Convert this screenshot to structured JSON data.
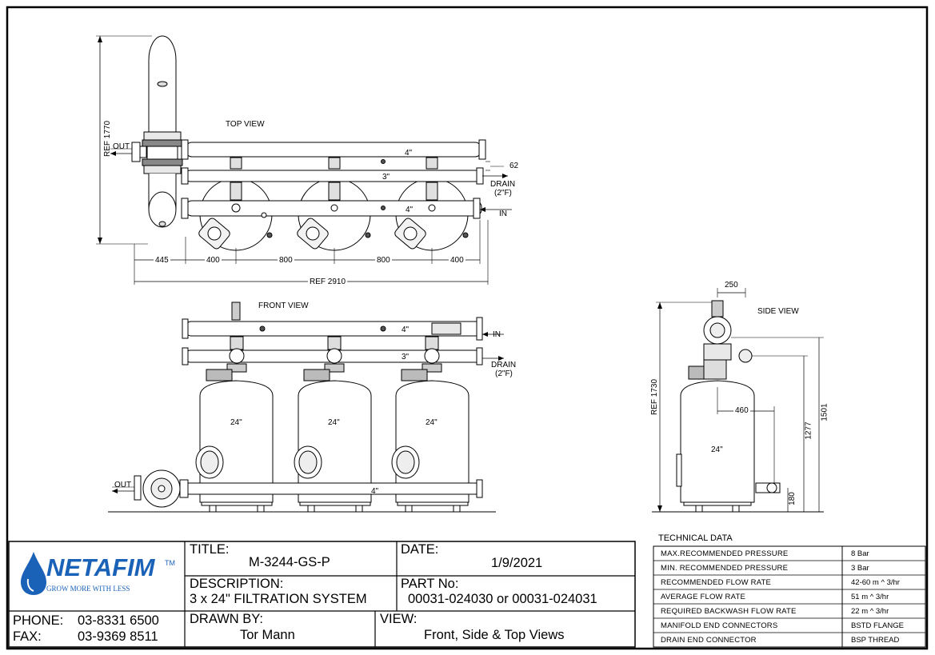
{
  "views": {
    "top": "TOP VIEW",
    "front": "FRONT VIEW",
    "side": "SIDE VIEW"
  },
  "labels": {
    "out": "OUT",
    "in": "IN",
    "drain": "DRAIN",
    "drain_size": "(2\"F)",
    "pipe_4": "4\"",
    "pipe_3": "3\"",
    "vessel": "24\""
  },
  "dimensions": {
    "ref_1770": "REF 1770",
    "ref_2910": "REF 2910",
    "ref_1730": "REF 1730",
    "d445": "445",
    "d400": "400",
    "d800": "800",
    "d62": "62",
    "d250": "250",
    "d460": "460",
    "d1277": "1277",
    "d1501": "1501",
    "d180": "180"
  },
  "logo": {
    "name": "NETAFIM",
    "tm": "TM",
    "tagline": "GROW MORE WITH LESS",
    "color": "#1a62b8"
  },
  "contact": {
    "phone_label": "PHONE:",
    "phone": "03-8331 6500",
    "fax_label": "FAX:",
    "fax": "03-9369 8511"
  },
  "title_block": {
    "title_label": "TITLE:",
    "title": "M-3244-GS-P",
    "date_label": "DATE:",
    "date": "1/9/2021",
    "description_label": "DESCRIPTION:",
    "description": "3 x 24\" FILTRATION SYSTEM",
    "part_label": "PART No:",
    "part": "00031-024030 or 00031-024031",
    "drawn_label": "DRAWN BY:",
    "drawn": "Tor Mann",
    "view_label": "VIEW:",
    "view": "Front, Side & Top Views"
  },
  "technical": {
    "heading": "TECHNICAL DATA",
    "rows": [
      {
        "label": "MAX.RECOMMENDED PRESSURE",
        "value": "8 Bar"
      },
      {
        "label": "MIN. RECOMMENDED PRESSURE",
        "value": "3 Bar"
      },
      {
        "label": "RECOMMENDED FLOW RATE",
        "value": "42-60 m ^ 3/hr"
      },
      {
        "label": "AVERAGE FLOW RATE",
        "value": "51 m ^ 3/hr"
      },
      {
        "label": "REQUIRED BACKWASH FLOW RATE",
        "value": "22 m ^ 3/hr"
      },
      {
        "label": "MANIFOLD END CONNECTORS",
        "value": "BSTD FLANGE"
      },
      {
        "label": "DRAIN END CONNECTOR",
        "value": "BSP THREAD"
      }
    ]
  }
}
